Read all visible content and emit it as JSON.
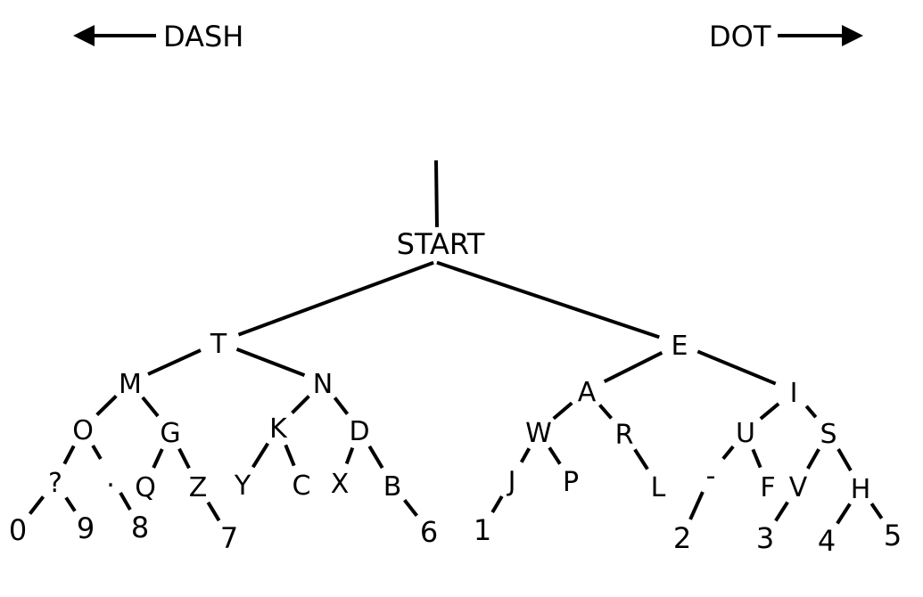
{
  "header": {
    "dash_label": "DASH",
    "dot_label": "DOT",
    "dash_arrow_icon": "arrow-left-icon",
    "dot_arrow_icon": "arrow-right-icon"
  },
  "tree": {
    "root": "START",
    "nodes": [
      {
        "id": "T",
        "label": "T",
        "parent": "root",
        "branch": "dash"
      },
      {
        "id": "E",
        "label": "E",
        "parent": "root",
        "branch": "dot"
      },
      {
        "id": "M",
        "label": "M",
        "parent": "T",
        "branch": "dash"
      },
      {
        "id": "N",
        "label": "N",
        "parent": "T",
        "branch": "dot"
      },
      {
        "id": "A",
        "label": "A",
        "parent": "E",
        "branch": "dash"
      },
      {
        "id": "I",
        "label": "I",
        "parent": "E",
        "branch": "dot"
      },
      {
        "id": "O",
        "label": "O",
        "parent": "M",
        "branch": "dash"
      },
      {
        "id": "G",
        "label": "G",
        "parent": "M",
        "branch": "dot"
      },
      {
        "id": "K",
        "label": "K",
        "parent": "N",
        "branch": "dash"
      },
      {
        "id": "D",
        "label": "D",
        "parent": "N",
        "branch": "dot"
      },
      {
        "id": "W",
        "label": "W",
        "parent": "A",
        "branch": "dash"
      },
      {
        "id": "R",
        "label": "R",
        "parent": "A",
        "branch": "dot"
      },
      {
        "id": "U",
        "label": "U",
        "parent": "I",
        "branch": "dash"
      },
      {
        "id": "S",
        "label": "S",
        "parent": "I",
        "branch": "dot"
      },
      {
        "id": "Q?",
        "label": "?",
        "parent": "O",
        "branch": "dash"
      },
      {
        "id": "dotO",
        "label": ".",
        "parent": "O",
        "branch": "dot"
      },
      {
        "id": "Q",
        "label": "Q",
        "parent": "G",
        "branch": "dash"
      },
      {
        "id": "Z",
        "label": "Z",
        "parent": "G",
        "branch": "dot"
      },
      {
        "id": "Y",
        "label": "Y",
        "parent": "K",
        "branch": "dash"
      },
      {
        "id": "C",
        "label": "C",
        "parent": "K",
        "branch": "dot"
      },
      {
        "id": "X",
        "label": "X",
        "parent": "D",
        "branch": "dash"
      },
      {
        "id": "B",
        "label": "B",
        "parent": "D",
        "branch": "dot"
      },
      {
        "id": "J",
        "label": "J",
        "parent": "W",
        "branch": "dash"
      },
      {
        "id": "P",
        "label": "P",
        "parent": "W",
        "branch": "dot"
      },
      {
        "id": "L",
        "label": "L",
        "parent": "R",
        "branch": "dot"
      },
      {
        "id": "minus",
        "label": "-",
        "parent": "U",
        "branch": "dash"
      },
      {
        "id": "F",
        "label": "F",
        "parent": "U",
        "branch": "dot"
      },
      {
        "id": "V",
        "label": "V",
        "parent": "S",
        "branch": "dash"
      },
      {
        "id": "H",
        "label": "H",
        "parent": "S",
        "branch": "dot"
      },
      {
        "id": "0",
        "label": "0",
        "parent": "Q?",
        "branch": "dash"
      },
      {
        "id": "9",
        "label": "9",
        "parent": "Q?",
        "branch": "dot"
      },
      {
        "id": "8",
        "label": "8",
        "parent": "dotO",
        "branch": "dot"
      },
      {
        "id": "7",
        "label": "7",
        "parent": "Z",
        "branch": "dot"
      },
      {
        "id": "6",
        "label": "6",
        "parent": "B",
        "branch": "dot"
      },
      {
        "id": "1",
        "label": "1",
        "parent": "J",
        "branch": "dash"
      },
      {
        "id": "2",
        "label": "2",
        "parent": "minus",
        "branch": "dash"
      },
      {
        "id": "3",
        "label": "3",
        "parent": "V",
        "branch": "dash"
      },
      {
        "id": "4",
        "label": "4",
        "parent": "H",
        "branch": "dash"
      },
      {
        "id": "5",
        "label": "5",
        "parent": "H",
        "branch": "dot"
      }
    ]
  }
}
